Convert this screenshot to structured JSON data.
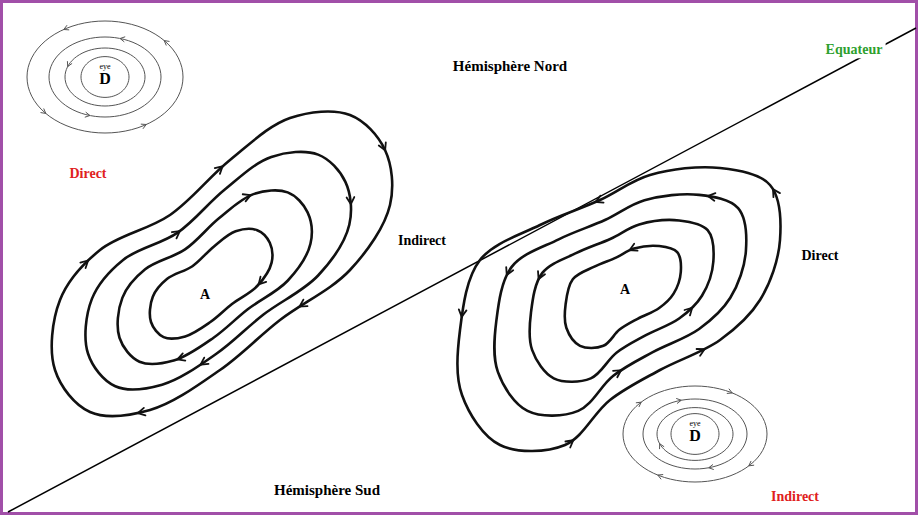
{
  "diagram": {
    "nodes": [
      {
        "text": [
          "eye",
          "D"
        ]
      },
      {
        "text": [
          "A"
        ]
      },
      {
        "text": [
          "A"
        ]
      },
      {
        "text": [
          "eye",
          "D"
        ]
      }
    ],
    "labels": [
      "Hémisphère Nord",
      "Equateur",
      "Direct",
      "Indirect",
      "Direct",
      "Hémisphère Sud",
      "Indirect"
    ]
  }
}
